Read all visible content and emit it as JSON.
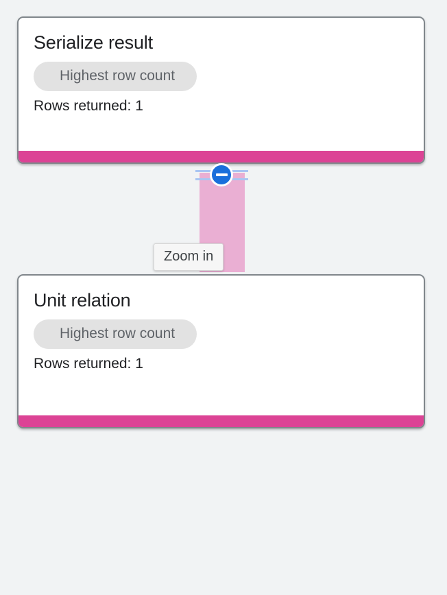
{
  "canvas": {
    "background_color": "#f1f3f4"
  },
  "tooltip": {
    "label": "Zoom in"
  },
  "connector": {
    "stem_color": "#eaafd3",
    "rail_color": "#a9c5f2",
    "toggle": {
      "icon": "minus-circle-icon",
      "circle_color": "#1a6fdb",
      "ring_color": "#ffffff"
    }
  },
  "nodes": [
    {
      "title": "Serialize result",
      "badge": "Highest row count",
      "meta": "Rows returned: 1",
      "accent_color": "#dc4395",
      "badge_bg": "#e2e2e2",
      "badge_text_color": "#5f6368"
    },
    {
      "title": "Unit relation",
      "badge": "Highest row count",
      "meta": "Rows returned: 1",
      "accent_color": "#dc4395",
      "badge_bg": "#e2e2e2",
      "badge_text_color": "#5f6368"
    }
  ]
}
